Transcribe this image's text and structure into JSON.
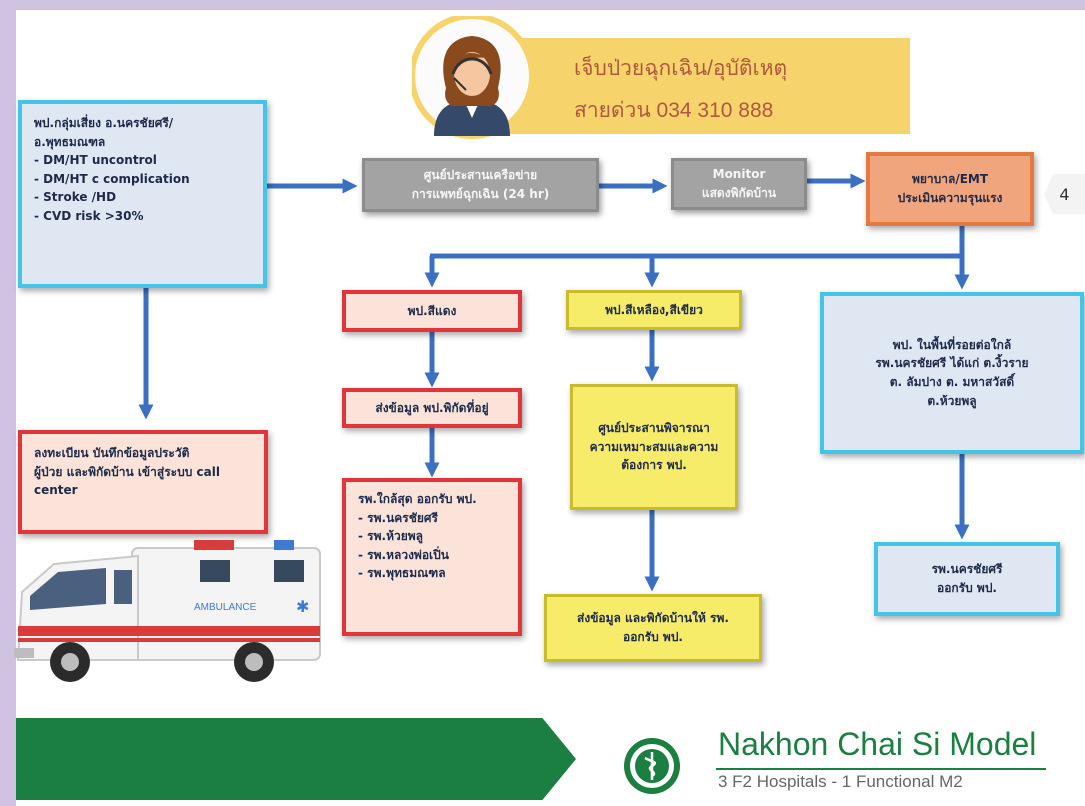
{
  "hotline": {
    "line1": "เจ็บป่วยฉุกเฉิน/อุบัติเหตุ",
    "line2": "สายด่วน 034 310 888"
  },
  "boxes": {
    "risk": [
      "พป.กลุ่มเสี่ยง อ.นครชัยศรี/",
      "อ.พุทธมณฑล",
      "- DM/HT uncontrol",
      "- DM/HT c complication",
      "- Stroke /HD",
      "- CVD risk >30%"
    ],
    "register": [
      "ลงทะเบียน บันทึกข้อมูลประวัติ",
      "ผู้ป่วย และพิกัดบ้าน เข้าสู่ระบบ call",
      "center"
    ],
    "center": [
      "ศูนย์ประสานเครือข่าย",
      "การแพทย์ฉุกเฉิน (24 hr)"
    ],
    "monitor": [
      "Monitor",
      "แสดงพิกัดบ้าน"
    ],
    "emt": [
      "พยาบาล/EMT",
      "ประเมินความรุนแรง"
    ],
    "red_patient": [
      "พป.สีแดง"
    ],
    "send_location": [
      "ส่งข้อมูล พป.พิกัดที่อยู่"
    ],
    "nearest": [
      "รพ.ใกล้สุด ออกรับ พป.",
      "- รพ.นครชัยศรี",
      "- รพ.ห้วยพลู",
      "- รพ.หลวงพ่อเปิ่น",
      "- รพ.พุทธมณฑล"
    ],
    "yellow_green": [
      "พป.สีเหลือง,สีเขียว"
    ],
    "coordinate": [
      "ศูนย์ประสานพิจารณา",
      "ความเหมาะสมและความ",
      "ต้องการ พป."
    ],
    "send_hospital": [
      "ส่งข้อมูล และพิกัดบ้านให้ รพ.",
      "ออกรับ พป."
    ],
    "border": [
      "พป. ในพื้นที่รอยต่อใกล้",
      "รพ.นครชัยศรี ได้แก่ ต.งิ้วราย",
      "ต. ลัมปาง ต. มหาสวัสดิ์",
      "ต.ห้วยพลู"
    ],
    "ncs_receive": [
      "รพ.นครชัยศรี",
      "ออกรับ พป."
    ]
  },
  "tab_number": "4",
  "ambulance_label": "AMBULANCE",
  "footer": {
    "title": "Nakhon Chai Si Model",
    "subtitle": "3 F2  Hospitals - 1 Functional M2"
  },
  "colors": {
    "arrow": "#3a6fc2",
    "accent_green": "#1a7f40",
    "frame": "#cfc3e1"
  }
}
